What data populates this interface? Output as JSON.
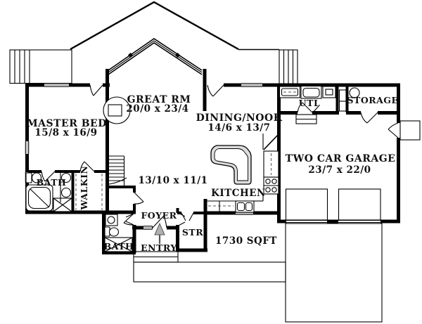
{
  "plan": {
    "type": "house-floor-plan",
    "total_area_label": "1730 SQFT",
    "rooms": {
      "great_rm": {
        "label": "GREAT RM",
        "dims": "20/0 x 23/4"
      },
      "master_bed": {
        "label": "MASTER BED",
        "dims": "15/8 x 16/9"
      },
      "dining_nook": {
        "label": "DINING/NOOK",
        "dims": "14/6 x 13/7"
      },
      "garage": {
        "label": "TWO CAR GARAGE",
        "dims": "23/7 x 22/0"
      },
      "hall": {
        "dims": "13/10 x 11/1"
      },
      "kitchen": {
        "label": "KITCHEN"
      },
      "foyer": {
        "label": "FOYER"
      },
      "entry": {
        "label": "ENTRY"
      },
      "stair_closet": {
        "label": "STR"
      },
      "storage": {
        "label": "STORAGE"
      },
      "utility": {
        "label": "UTL"
      },
      "master_bath": {
        "label": "BATH"
      },
      "powder_bath": {
        "label": "BATH"
      },
      "walkin": {
        "label": "WALKIN"
      }
    },
    "fixtures": [
      "stairs",
      "fireplace",
      "kitchen-island",
      "range",
      "refrigerator",
      "kitchen-sink",
      "washer",
      "dryer",
      "laundry-sink",
      "water-heater",
      "tub",
      "shower",
      "toilet",
      "vanity-sinks",
      "entry-arrow",
      "garage-doors",
      "driveway",
      "deck-steps"
    ],
    "colors": {
      "wall": "#000000",
      "window_glass": "#b9b9b9",
      "background": "#ffffff",
      "arrow_fill": "#b0b0b0"
    }
  }
}
